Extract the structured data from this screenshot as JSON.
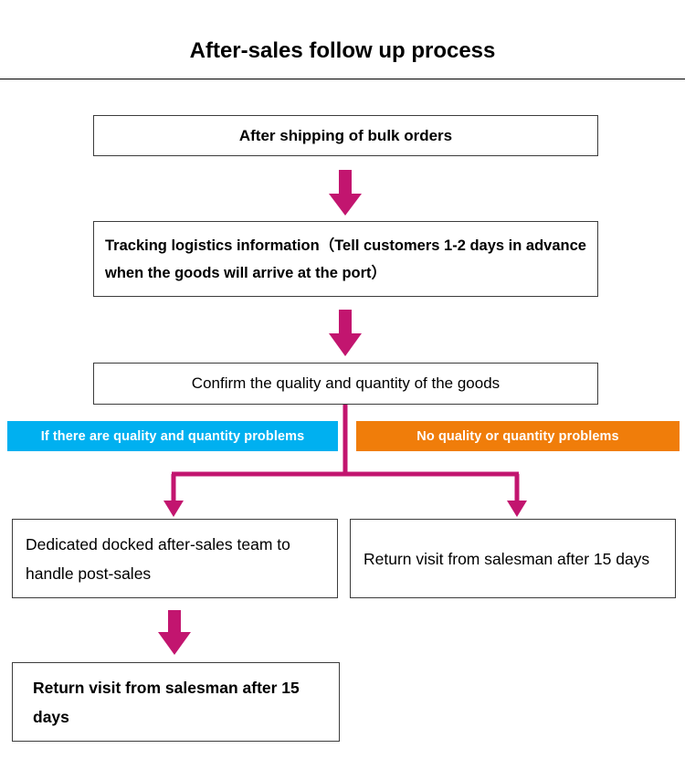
{
  "page": {
    "title": "After-sales follow up process",
    "background": "#ffffff",
    "text_color": "#000000",
    "rule_color": "#000000"
  },
  "colors": {
    "arrow_magenta": "#C2156F",
    "connector_magenta": "#C2156F",
    "condition_problems_bg": "#00B0F0",
    "condition_no_problems_bg": "#F07D0A",
    "condition_text": "#ffffff",
    "box_border": "#3c3c3c",
    "box_fill": "#ffffff"
  },
  "nodes": {
    "ship": {
      "label": "After shipping of bulk orders",
      "align": "center"
    },
    "tracking": {
      "label": "Tracking logistics information（Tell customers 1-2 days in advance when the goods will arrive at the port）",
      "align": "left"
    },
    "confirm": {
      "label": "Confirm the quality and quantity of the goods",
      "align": "center"
    },
    "dedicated": {
      "label": "Dedicated docked after-sales team to handle post-sales",
      "align": "left"
    },
    "return_visit_right": {
      "label": "Return visit from salesman after 15 days",
      "align": "left"
    },
    "return_visit_bottom": {
      "label": "Return visit from salesman after 15 days",
      "align": "left"
    }
  },
  "condition_bars": {
    "problems": {
      "label": "If there are quality and quantity problems",
      "color": "#00B0F0"
    },
    "no_problems": {
      "label": "No quality or quantity problems",
      "color": "#F07D0A"
    }
  },
  "connectors": [
    {
      "name": "ship-to-tracking",
      "kind": "block-arrow-down"
    },
    {
      "name": "tracking-to-confirm",
      "kind": "block-arrow-down"
    },
    {
      "name": "confirm-branch-split",
      "kind": "line-split-two-arrows"
    },
    {
      "name": "dedicated-to-return-visit",
      "kind": "block-arrow-down"
    }
  ]
}
